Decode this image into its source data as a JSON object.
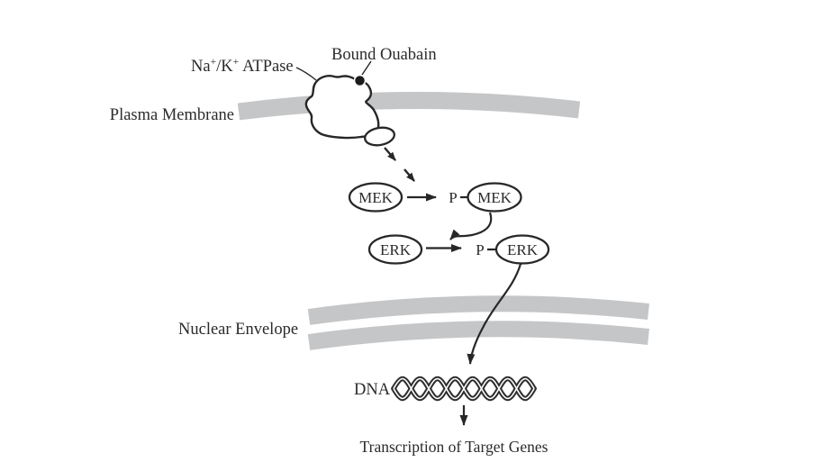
{
  "labels": {
    "plasma_membrane": "Plasma Membrane",
    "bound_ouabain": "Bound Ouabain",
    "nuclear_envelope": "Nuclear Envelope",
    "dna": "DNA",
    "transcription": "Transcription of Target Genes"
  },
  "atpase_label": {
    "base1": "Na",
    "sup1": "+",
    "base2": "/K",
    "sup2": "+",
    "base3": "ATPase"
  },
  "nodes": {
    "mek": "MEK",
    "erk": "ERK",
    "p": "P"
  },
  "colors": {
    "membrane_gray": "#c5c6c8",
    "line_black": "#272727",
    "text_color": "#2b2b2b",
    "background": "#ffffff"
  }
}
